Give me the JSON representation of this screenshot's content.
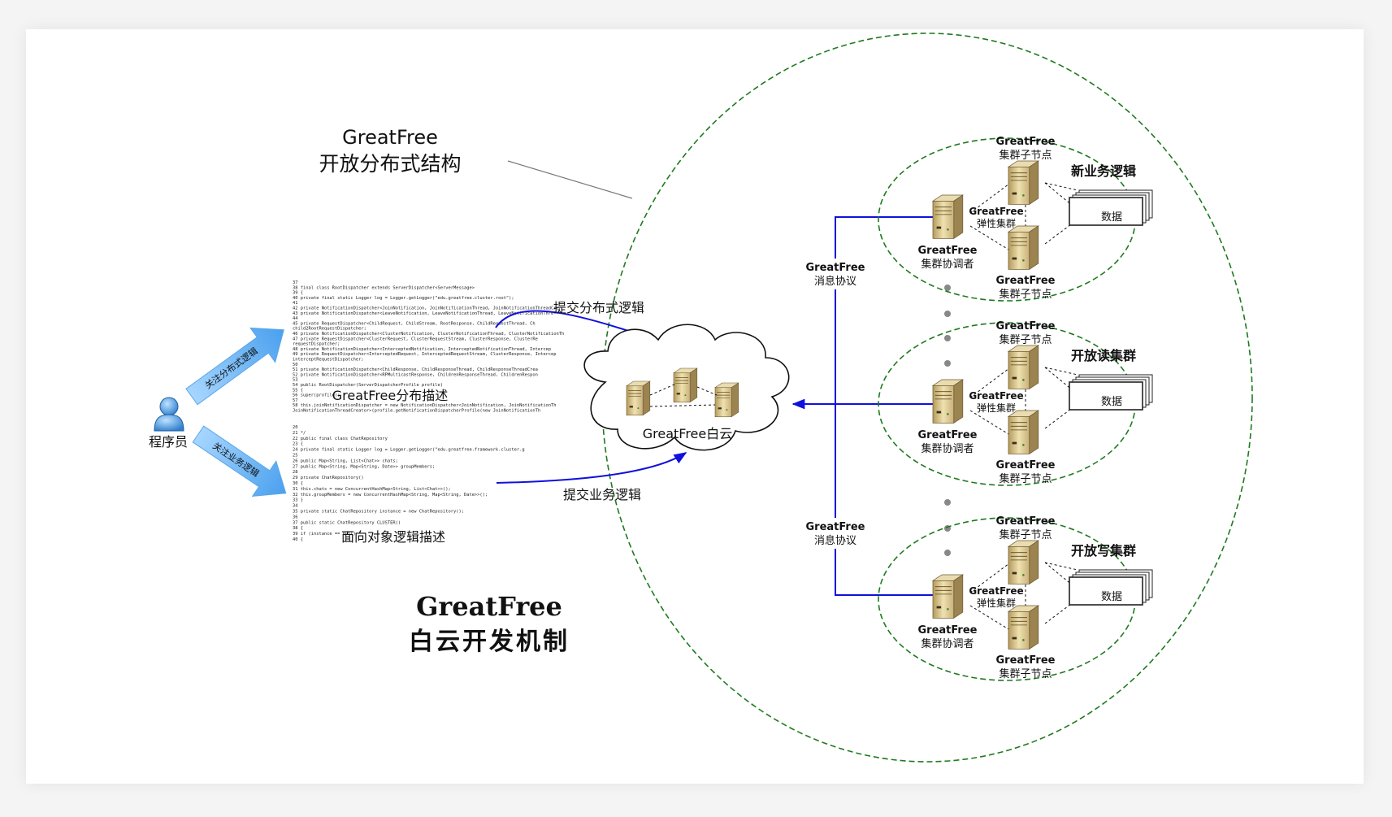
{
  "diagram": {
    "left_title": {
      "line1": "GreatFree",
      "line2": "开放分布式结构"
    },
    "bottom_title": {
      "line1": "GreatFree",
      "line2": "白云开发机制"
    },
    "programmer_label": "程序员",
    "arrow_top_label": "关注分布式逻辑",
    "arrow_bottom_label": "关注业务逻辑",
    "code_top_caption": "GreatFree分布描述",
    "code_bottom_caption": "面向对象逻辑描述",
    "submit_distributed": "提交分布式逻辑",
    "submit_business": "提交业务逻辑",
    "cloud_label": "GreatFree白云",
    "protocol_top": {
      "line1": "GreatFree",
      "line2": "消息协议"
    },
    "protocol_bottom": {
      "line1": "GreatFree",
      "line2": "消息协议"
    },
    "clusters": [
      {
        "name": "新业务逻辑",
        "coordinator": {
          "line1": "GreatFree",
          "line2": "集群协调者"
        },
        "elastic": {
          "line1": "GreatFree",
          "line2": "弹性集群"
        },
        "child_top": {
          "line1": "GreatFree",
          "line2": "集群子节点"
        },
        "child_bottom": {
          "line1": "GreatFree",
          "line2": "集群子节点"
        },
        "data": "数据"
      },
      {
        "name": "开放读集群",
        "coordinator": {
          "line1": "GreatFree",
          "line2": "集群协调者"
        },
        "elastic": {
          "line1": "GreatFree",
          "line2": "弹性集群"
        },
        "child_top": {
          "line1": "GreatFree",
          "line2": "集群子节点"
        },
        "child_bottom": {
          "line1": "GreatFree",
          "line2": "集群子节点"
        },
        "data": "数据"
      },
      {
        "name": "开放写集群",
        "coordinator": {
          "line1": "GreatFree",
          "line2": "集群协调者"
        },
        "elastic": {
          "line1": "GreatFree",
          "line2": "弹性集群"
        },
        "child_top": {
          "line1": "GreatFree",
          "line2": "集群子节点"
        },
        "child_bottom": {
          "line1": "GreatFree",
          "line2": "集群子节点"
        },
        "data": "数据"
      }
    ],
    "code_top_lines": [
      "37",
      "38  final class RootDispatcher extends ServerDispatcher<ServerMessage>",
      "39  {",
      "40      private final static Logger log = Logger.getLogger(\"edu.greatfree.cluster.root\");",
      "41",
      "42      private NotificationDispatcher<JoinNotification, JoinNotificationThread, JoinNotificationThreadCre",
      "43      private NotificationDispatcher<LeaveNotification, LeaveNotificationThread, LeaveNotificationThre",
      "44",
      "45      private RequestDispatcher<ChildRequest, ChildStream, RootResponse, ChildRequestThread, Ch",
      "    child2RootRequestDispatcher;",
      "46      private NotificationDispatcher<ClusterNotification, ClusterNotificationThread, ClusterNotificationTh",
      "47      private RequestDispatcher<ClusterRequest, ClusterRequestStream, ClusterResponse, ClusterRe",
      "    requestDispatcher;",
      "48      private NotificationDispatcher<InterceptedNotification, InterceptedNotificationThread, Intercep",
      "49      private RequestDispatcher<InterceptedRequest, InterceptedRequestStream, ClusterResponse, Intercep",
      "    interceptRequestDispatcher;",
      "50",
      "51      private NotificationDispatcher<ChildResponse, ChildResponseThread, ChildResponseThreadCrea",
      "52      private NotificationDispatcher<RPMulticastResponse, ChildrenResponseThread, ChildrenRespon",
      "53",
      "54      public RootDispatcher(ServerDispatcherProfile profile)",
      "55      {",
      "56          super(profile);",
      "57",
      "58          this.joinNotificationDispatcher = new NotificationDispatcher<JoinNotification, JoinNotificationTh",
      "    JoinNotificationThreadCreator>(profile.getNotificationDispatcherProfile(new JoinNotificationTh"
    ],
    "code_bottom_lines": [
      "20",
      "21  */",
      "22  public final class ChatRepository",
      "23  {",
      "24      private final static Logger log = Logger.getLogger(\"edu.greatfree.framework.cluster.g",
      "25",
      "26      public Map<String, List<Chat>> chats;",
      "27      public Map<String, Map<String, Date>> groupMembers;",
      "28",
      "29      private ChatRepository()",
      "30      {",
      "31          this.chats = new ConcurrentHashMap<String, List<Chat>>();",
      "32          this.groupMembers = new ConcurrentHashMap<String, Map<String, Date>>();",
      "33      }",
      "34",
      "35      private static ChatRepository instance = new ChatRepository();",
      "36",
      "37      public static ChatRepository CLUSTER()",
      "38      {",
      "39          if (instance == null)",
      "40          {"
    ]
  }
}
